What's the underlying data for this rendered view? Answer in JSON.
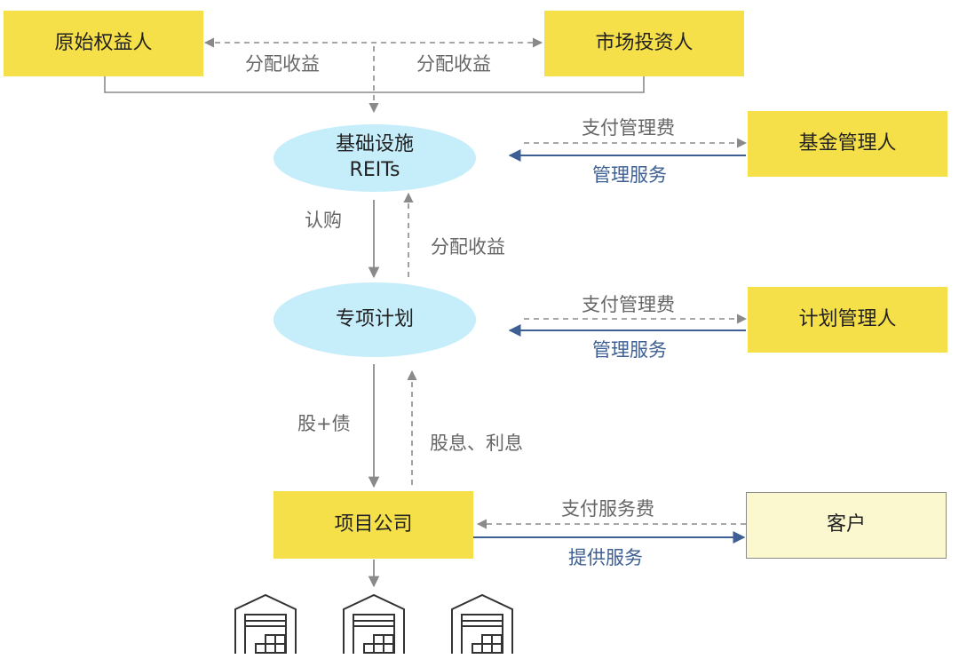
{
  "nodes": {
    "original_owner": "原始权益人",
    "market_investor": "市场投资人",
    "reits_line1": "基础设施",
    "reits_line2": "REITs",
    "fund_manager": "基金管理人",
    "special_plan": "专项计划",
    "plan_manager": "计划管理人",
    "project_company": "项目公司",
    "customer": "客户"
  },
  "labels": {
    "distribute_left": "分配收益",
    "distribute_right": "分配收益",
    "pay_fee_fund": "支付管理费",
    "mgmt_service_fund": "管理服务",
    "subscribe": "认购",
    "distribute_mid": "分配收益",
    "pay_fee_plan": "支付管理费",
    "mgmt_service_plan": "管理服务",
    "equity_debt": "股+债",
    "dividend_interest": "股息、利息",
    "pay_service_fee": "支付服务费",
    "provide_service": "提供服务"
  },
  "colors": {
    "yellow": "#f6e049",
    "light_yellow": "#fbf8cf",
    "ellipse": "#c6edfa",
    "gray_arrow": "#8a8a8a",
    "blue_arrow": "#3d5f93"
  },
  "icons": [
    "warehouse-icon",
    "warehouse-icon",
    "warehouse-icon"
  ]
}
